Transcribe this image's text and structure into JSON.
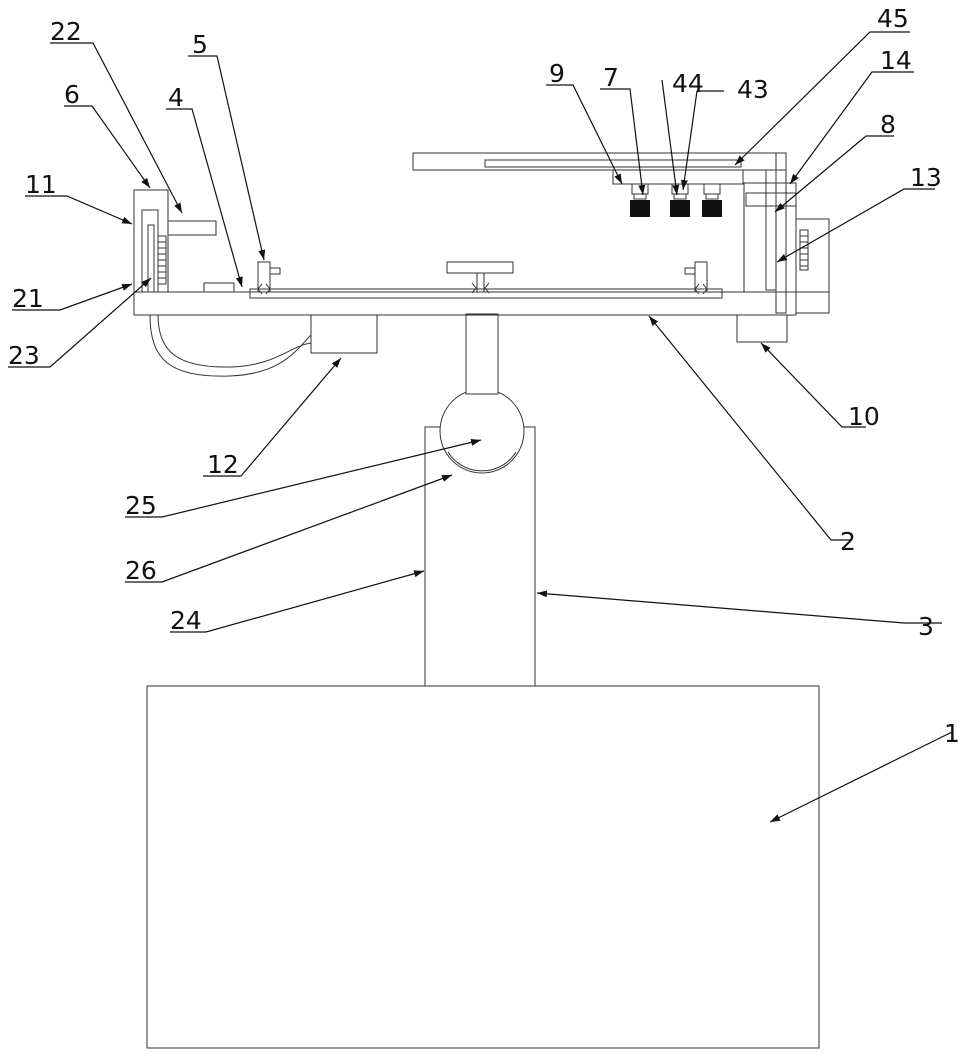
{
  "labels": {
    "n1": "1",
    "n2": "2",
    "n3": "3",
    "n4": "4",
    "n5": "5",
    "n6": "6",
    "n7": "7",
    "n8": "8",
    "n9": "9",
    "n10": "10",
    "n11": "11",
    "n12": "12",
    "n13": "13",
    "n14": "14",
    "n21": "21",
    "n22": "22",
    "n23": "23",
    "n24": "24",
    "n25": "25",
    "n26": "26",
    "n43": "43",
    "n44": "44",
    "n45": "45"
  }
}
